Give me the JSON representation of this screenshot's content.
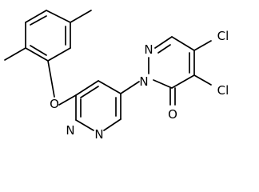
{
  "molecule": {
    "atoms": {
      "O1": "O",
      "N1": "N",
      "N2": "N",
      "N3": "N",
      "N4": "N",
      "Cl1": "Cl",
      "Cl2": "Cl",
      "O2": "O"
    },
    "colors": {
      "bond": "#000000",
      "label": "#000000",
      "background": "#ffffff"
    }
  }
}
